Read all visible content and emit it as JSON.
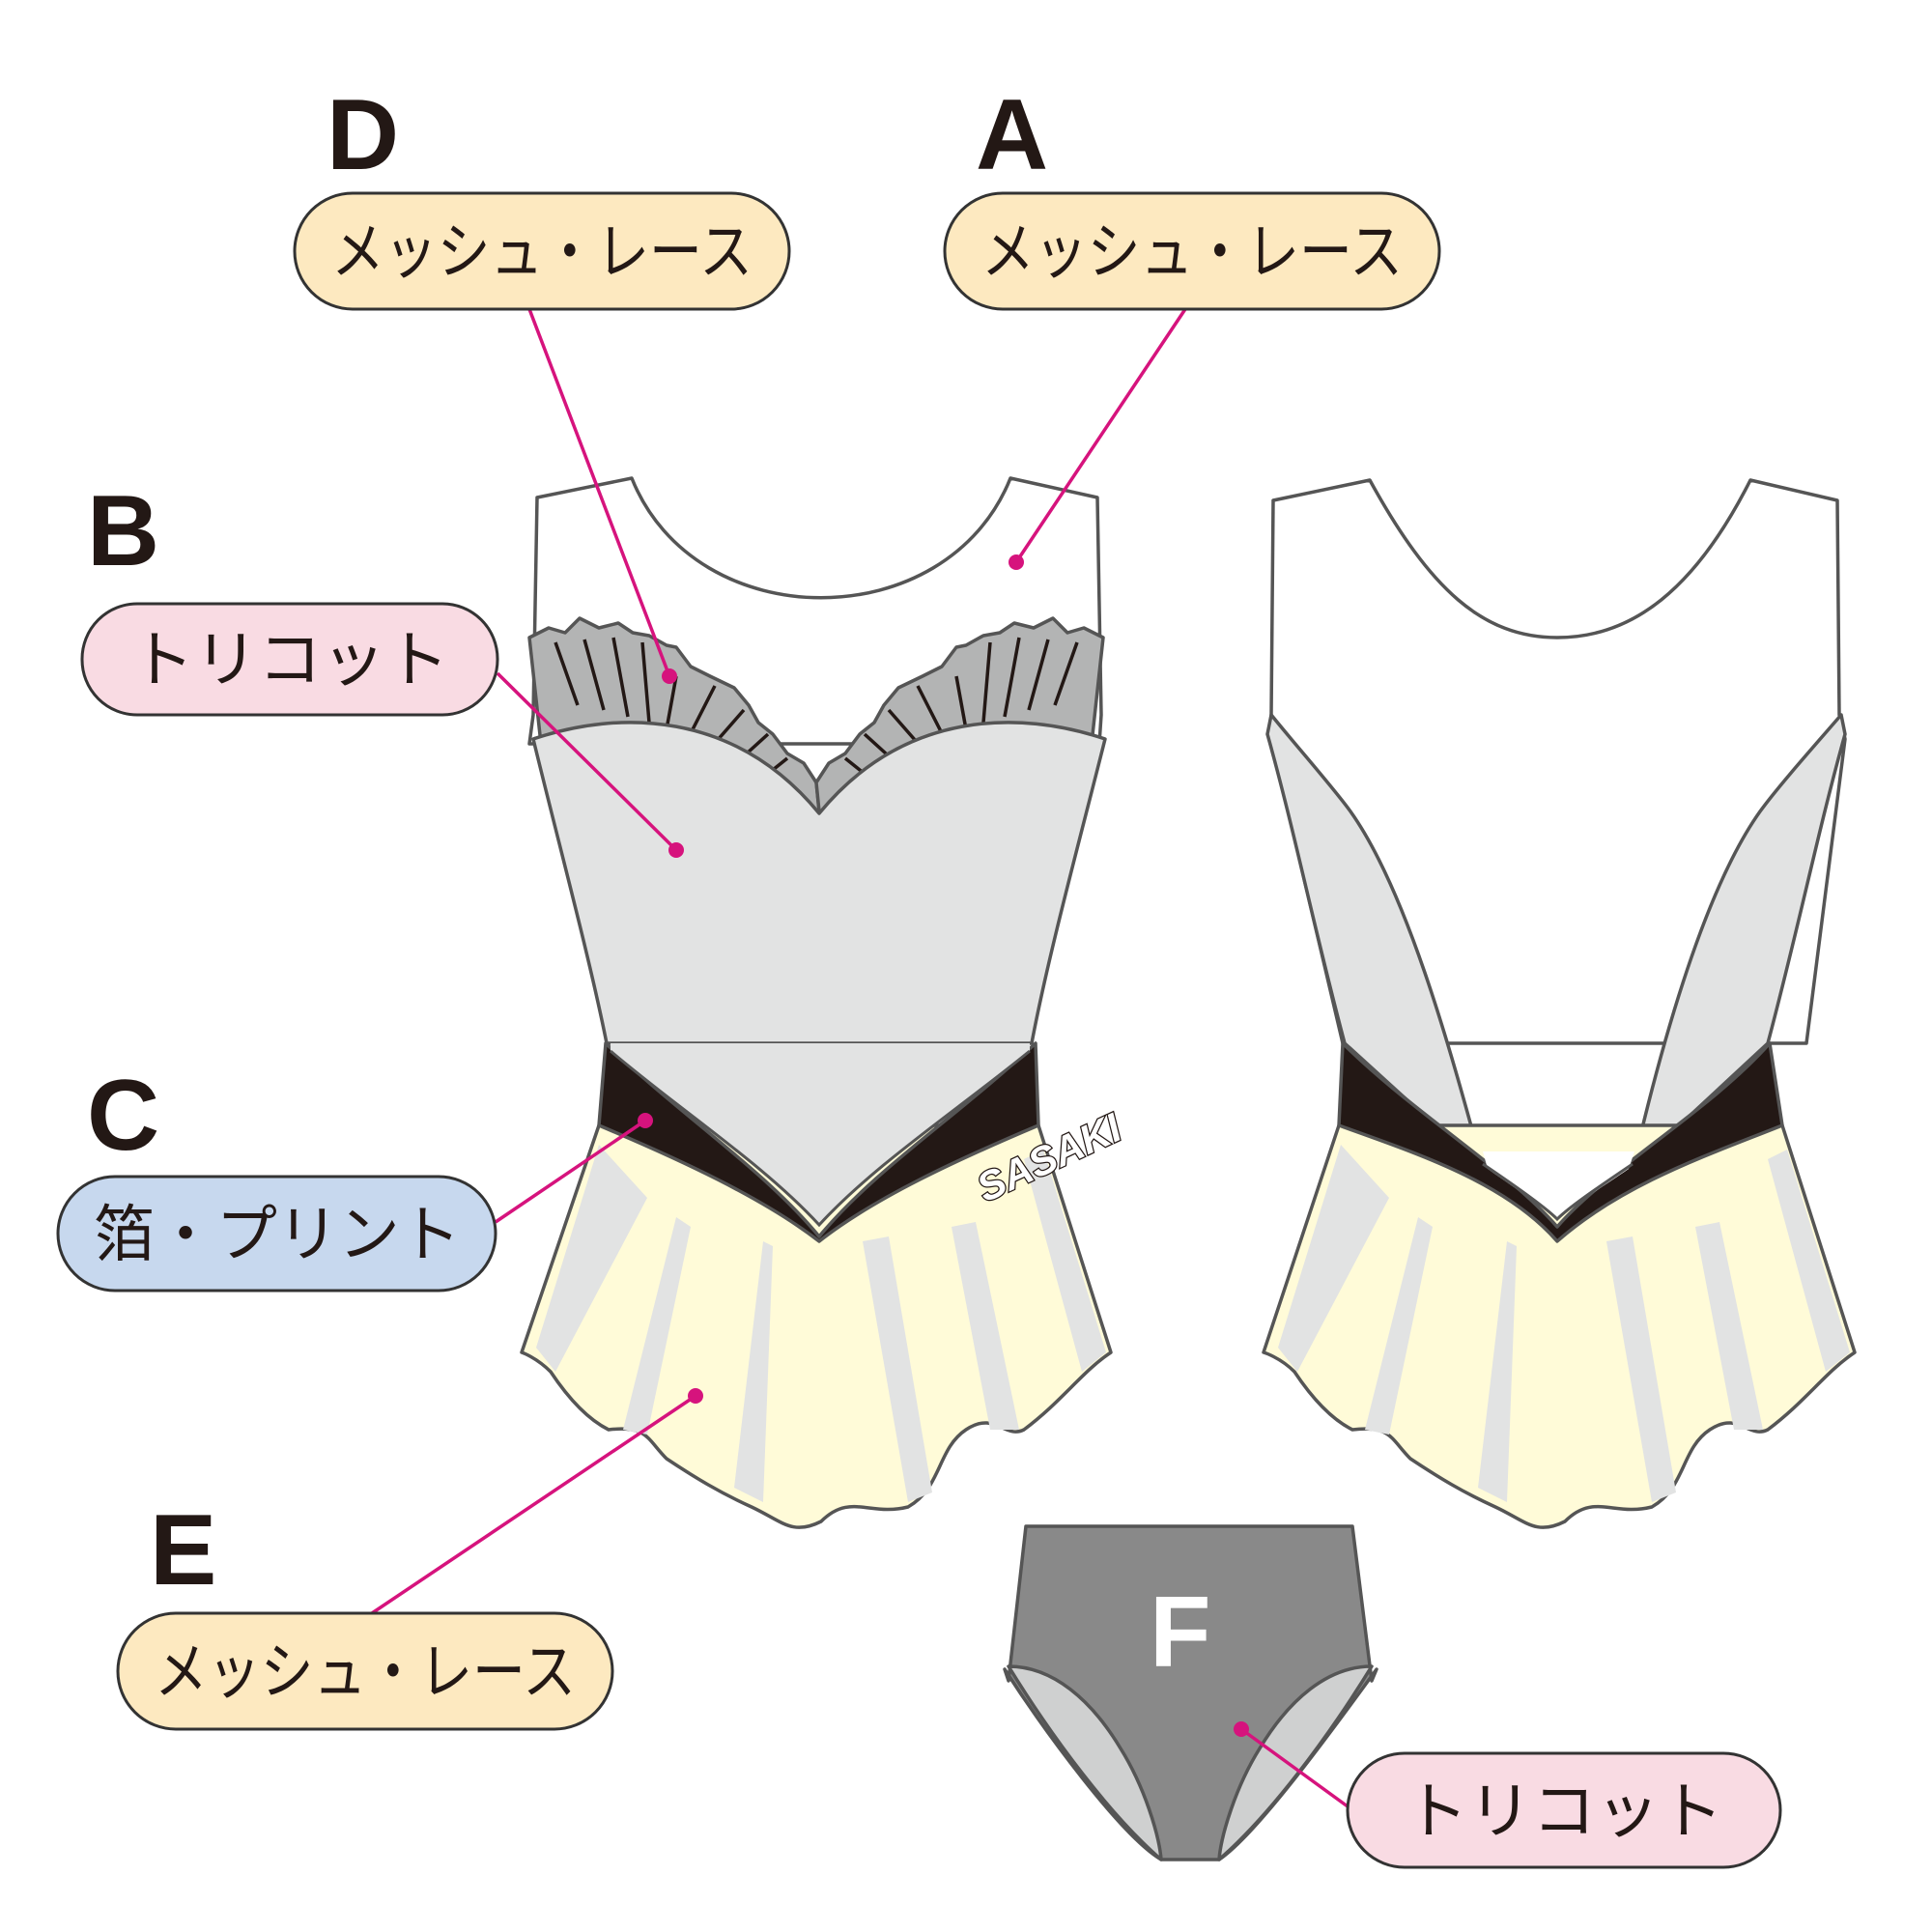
{
  "callouts": [
    {
      "letter": "D",
      "label": "メッシュ・レース",
      "fill": "#fde9c0"
    },
    {
      "letter": "A",
      "label": "メッシュ・レース",
      "fill": "#fde9c0"
    },
    {
      "letter": "B",
      "label": "トリコット",
      "fill": "#f9dbe3"
    },
    {
      "letter": "C",
      "label": "箔・プリント",
      "fill": "#c7d8ee"
    },
    {
      "letter": "E",
      "label": "メッシュ・レース",
      "fill": "#fde9c0"
    },
    {
      "letter": "F",
      "label": "トリコット",
      "fill": "#f9dbe3"
    }
  ],
  "logo_text": "SASAKI",
  "colors": {
    "mesh_white": "#ffffff",
    "tricot_grey": "#e2e3e3",
    "ruffle_grey": "#b3b4b4",
    "foil_black": "#231815",
    "skirt_yellow": "#fffbd8",
    "shorts_grey": "#898989",
    "leader_magenta": "#d6137d"
  }
}
